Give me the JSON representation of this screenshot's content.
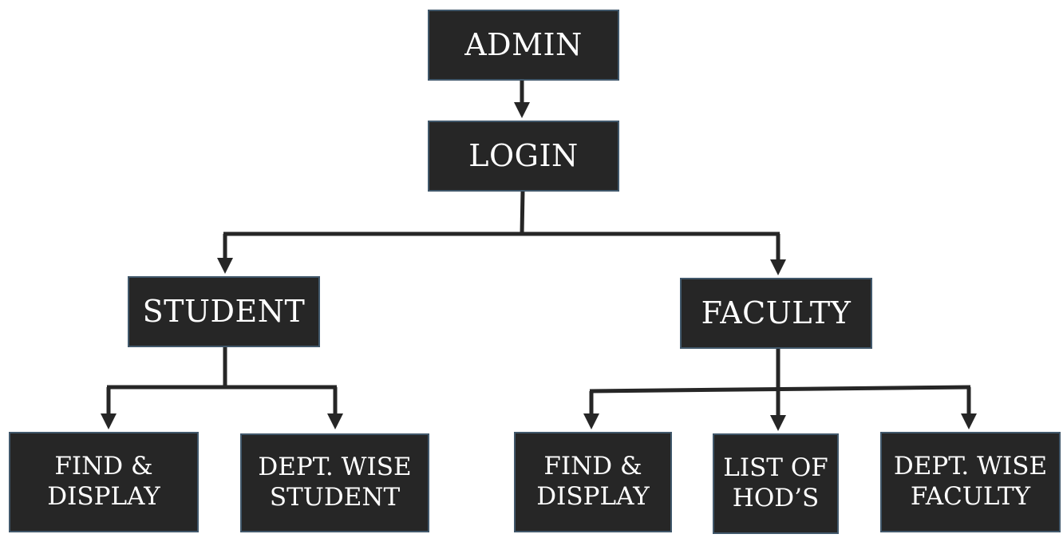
{
  "nodes": {
    "admin": "ADMIN",
    "login": "LOGIN",
    "student": "STUDENT",
    "faculty": "FACULTY",
    "student_find": "FIND &\nDISPLAY",
    "student_dept": "DEPT. WISE\nSTUDENT",
    "faculty_find": "FIND &\nDISPLAY",
    "faculty_hod": "LIST OF\nHOD’S",
    "faculty_dept": "DEPT. WISE\nFACULTY"
  },
  "colors": {
    "box_fill": "#262626",
    "box_border": "#41586b",
    "text": "#ffffff",
    "connector": "#262626"
  }
}
